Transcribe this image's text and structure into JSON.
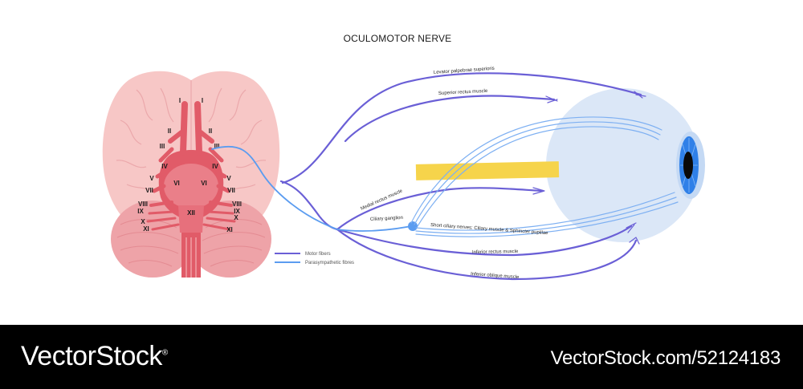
{
  "title": "OCULOMOTOR NERVE",
  "colors": {
    "motor": "#6a5fd6",
    "parasympathetic": "#5b9cf0",
    "brain_cortex": "#f7c7c6",
    "brainstem": "#e15b68",
    "cerebellum": "#eea3a8",
    "eyeball": "#dbe7f7",
    "iris": "#2f80e8",
    "bone_bar": "#f6d44b"
  },
  "cranial_nerves": {
    "i": "I",
    "ii": "II",
    "iii": "III",
    "iv": "IV",
    "v": "V",
    "vi": "VI",
    "vii": "VII",
    "viii": "VIII",
    "ix": "IX",
    "x": "X",
    "xi": "XI",
    "xii": "XII"
  },
  "labels": {
    "levator": "Levator palpebrae superioris",
    "superior_rectus": "Superior rectus muscle",
    "medial_rectus": "Medial rectus muscle",
    "ciliary_ganglion": "Ciliary ganglion",
    "short_ciliary": "Short ciliary nerves: Ciliary muscle & Sphincter pupillae",
    "inferior_rectus": "Inferior rectus muscle",
    "inferior_oblique": "Inferior oblique muscle"
  },
  "legend": [
    {
      "label": "Motor fibers",
      "color": "#6a5fd6"
    },
    {
      "label": "Parasympathetic fibres",
      "color": "#5b9cf0"
    }
  ],
  "footer": {
    "brand": "VectorStock",
    "brand_mark": "®",
    "image_id": "VectorStock.com/52124183"
  }
}
